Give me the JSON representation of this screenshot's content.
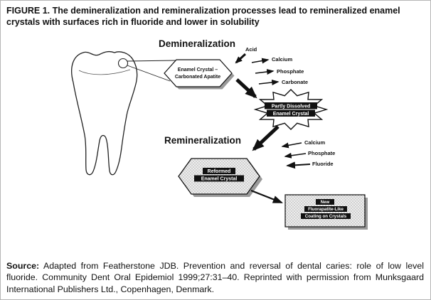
{
  "page": {
    "title": "FIGURE 1. The demineralization and remineralization processes lead to remineralized enamel crystals with surfaces rich in fluoride and lower in solubility",
    "source_label": "Source:",
    "source_text": "Adapted from Featherstone JDB. Prevention and reversal of dental caries: role of low level fluoride. Community Dent Oral Epidemiol 1999;27:31–40. Reprinted with permission from Munksgaard International Publishers Ltd., Copenhagen, Denmark."
  },
  "diagram": {
    "headings": {
      "demineralization": "Demineralization",
      "remineralization": "Remineralization"
    },
    "enamel_crystal": {
      "line1": "Enamel Crystal –",
      "line2": "Carbonated Apatite"
    },
    "acid": "Acid",
    "demin_ions": {
      "calcium": "Calcium",
      "phosphate": "Phosphate",
      "carbonate": "Carbonate"
    },
    "partly_dissolved": {
      "line1": "Partly Dissolved",
      "line2": "Enamel Crystal"
    },
    "remin_ions": {
      "calcium": "Calcium",
      "phosphate": "Phosphate",
      "fluoride": "Fluoride"
    },
    "reformed_crystal": {
      "line1": "Reformed",
      "line2": "Enamel Crystal"
    },
    "new_coating": {
      "line1": "New",
      "line2": "Fluorapatite-Like",
      "line3": "Coating on Crystals"
    },
    "colors": {
      "ink": "#111111",
      "shadow": "#9a9a9a",
      "stipple_background": "#ededed"
    }
  }
}
